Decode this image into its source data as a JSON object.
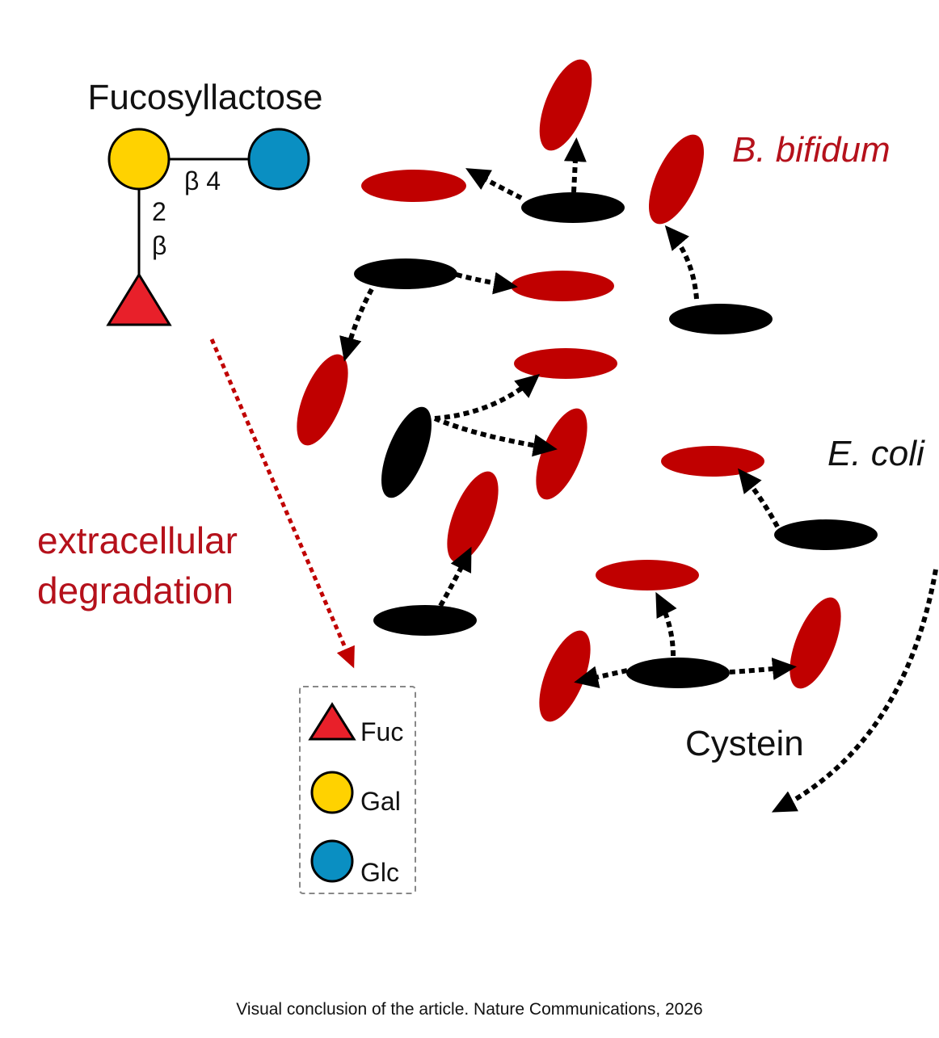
{
  "molecule": {
    "title": "Fucosyllactose",
    "bond_label_beta4": "β 4",
    "bond_label_2": "2",
    "bond_label_beta": "β"
  },
  "organisms": {
    "b_bifidum": "B. bifidum",
    "e_coli": "E. coli",
    "cystein": "Cystein"
  },
  "process": {
    "line1": "extracellular",
    "line2": "degradation"
  },
  "legend": {
    "fuc": "Fuc",
    "gal": "Gal",
    "glc": "Glc"
  },
  "colors": {
    "red_cell": "#c00000",
    "black_cell": "#000000",
    "fuc": "#e8202a",
    "gal": "#ffd200",
    "glc": "#0a8fc2",
    "label_red": "#b5111b"
  },
  "caption": "Visual conclusion of the article. Nature Communications, 2026"
}
